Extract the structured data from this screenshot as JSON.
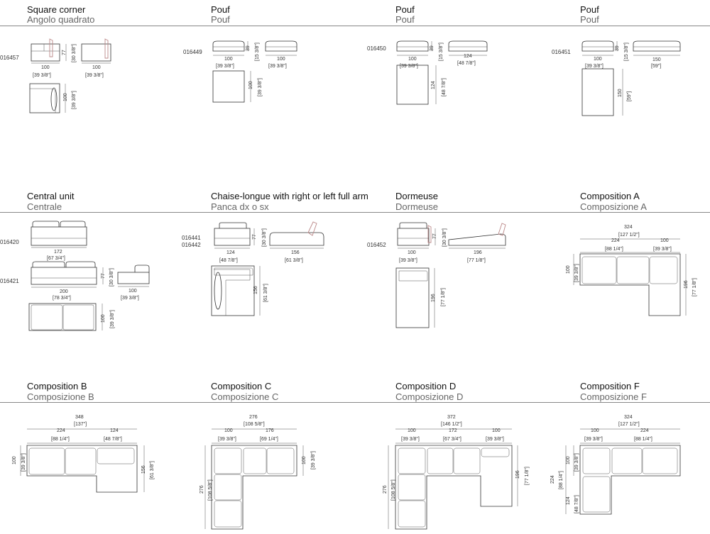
{
  "sections": [
    {
      "title": "Square corner",
      "subtitle": "Angolo quadrato"
    },
    {
      "title": "Pouf",
      "subtitle": "Pouf"
    },
    {
      "title": "Pouf",
      "subtitle": "Pouf"
    },
    {
      "title": "Pouf",
      "subtitle": "Pouf"
    },
    {
      "title": "Central unit",
      "subtitle": "Centrale"
    },
    {
      "title": "Chaise-longue with right or left full arm",
      "subtitle": "Panca dx o sx"
    },
    {
      "title": "Dormeuse",
      "subtitle": "Dormeuse"
    },
    {
      "title": "Composition A",
      "subtitle": "Composizione A"
    },
    {
      "title": "Composition B",
      "subtitle": "Composizione B"
    },
    {
      "title": "Composition C",
      "subtitle": "Composizione C"
    },
    {
      "title": "Composition D",
      "subtitle": "Composizione D"
    },
    {
      "title": "Composition F",
      "subtitle": "Composizione F"
    }
  ],
  "codes": [
    "016457",
    "016449",
    "016450",
    "016451",
    "016420",
    "016421",
    "016441",
    "016442",
    "016452"
  ],
  "dims": {
    "sq_w1": "100",
    "sq_w1i": "[39 3/8\"]",
    "sq_h": "77",
    "sq_hi": "[30 3/8\"]",
    "sq_w2": "100",
    "sq_w2i": "[39 3/8\"]",
    "sq_d": "100",
    "sq_di": "[39 3/8\"]",
    "p1_h": "39",
    "p1_hi": "[15 3/8\"]",
    "p1_w1": "100",
    "p1_w1i": "[39 3/8\"]",
    "p1_w2": "100",
    "p1_w2i": "[39 3/8\"]",
    "p1_d": "100",
    "p1_di": "[39 3/8\"]",
    "p2_h": "39",
    "p2_hi": "[15 3/8\"]",
    "p2_w1": "100",
    "p2_w1i": "[39 3/8\"]",
    "p2_w2": "124",
    "p2_w2i": "[48 7/8\"]",
    "p2_d": "124",
    "p2_di": "[48 7/8\"]",
    "p3_h": "39",
    "p3_hi": "[15 3/8\"]",
    "p3_w1": "100",
    "p3_w1i": "[39 3/8\"]",
    "p3_w2": "150",
    "p3_w2i": "[59\"]",
    "p3_d": "150",
    "p3_di": "[59\"]",
    "c_w1": "172",
    "c_w1i": "[67 3/4\"]",
    "c_h": "77",
    "c_hi": "[30 3/8\"]",
    "c_w2": "200",
    "c_w2i": "[78 3/4\"]",
    "c_w3": "100",
    "c_w3i": "[39 3/8\"]",
    "c_d": "100",
    "c_di": "[39 3/8\"]",
    "ch_h": "77",
    "ch_hi": "[30 3/8\"]",
    "ch_w1": "124",
    "ch_w1i": "[48 7/8\"]",
    "ch_w2": "156",
    "ch_w2i": "[61 3/8\"]",
    "ch_d": "156",
    "ch_di": "[61 3/8\"]",
    "dm_h": "77",
    "dm_hi": "[30 3/8\"]",
    "dm_w1": "100",
    "dm_w1i": "[39 3/8\"]",
    "dm_w2": "196",
    "dm_w2i": "[77 1/8\"]",
    "dm_d": "196",
    "dm_di": "[77 1/8\"]",
    "A_t": "324",
    "A_ti": "[127 1/2\"]",
    "A_a": "224",
    "A_ai": "[88 1/4\"]",
    "A_b": "100",
    "A_bi": "[39 3/8\"]",
    "A_l": "100",
    "A_li": "[39 3/8\"]",
    "A_r": "196",
    "A_ri": "[77 1/8\"]",
    "B_t": "348",
    "B_ti": "[137\"]",
    "B_a": "224",
    "B_ai": "[88 1/4\"]",
    "B_b": "124",
    "B_bi": "[48 7/8\"]",
    "B_l": "100",
    "B_li": "[39 3/8\"]",
    "B_r": "156",
    "B_ri": "[61 3/8\"]",
    "C_t": "276",
    "C_ti": "[108 5/8\"]",
    "C_a": "100",
    "C_ai": "[39 3/8\"]",
    "C_b": "176",
    "C_bi": "[69 1/4\"]",
    "C_l": "276",
    "C_li": "[108 5/8\"]",
    "C_r": "100",
    "C_ri": "[39 3/8\"]",
    "D_t": "372",
    "D_ti": "[146 1/2\"]",
    "D_a": "100",
    "D_ai": "[39 3/8\"]",
    "D_b": "172",
    "D_bi": "[67 3/4\"]",
    "D_c": "100",
    "D_ci": "[39 3/8\"]",
    "D_l": "276",
    "D_li": "[108 5/8\"]",
    "D_r": "196",
    "D_ri": "[77 1/8\"]",
    "F_t": "324",
    "F_ti": "[127 1/2\"]",
    "F_a": "100",
    "F_ai": "[39 3/8\"]",
    "F_b": "224",
    "F_bi": "[88 1/4\"]",
    "F_l1": "100",
    "F_l1i": "[39 3/8\"]",
    "F_l2": "224",
    "F_l2i": "[88 1/4\"]",
    "F_l3": "124",
    "F_l3i": "[48 7/8\"]"
  }
}
